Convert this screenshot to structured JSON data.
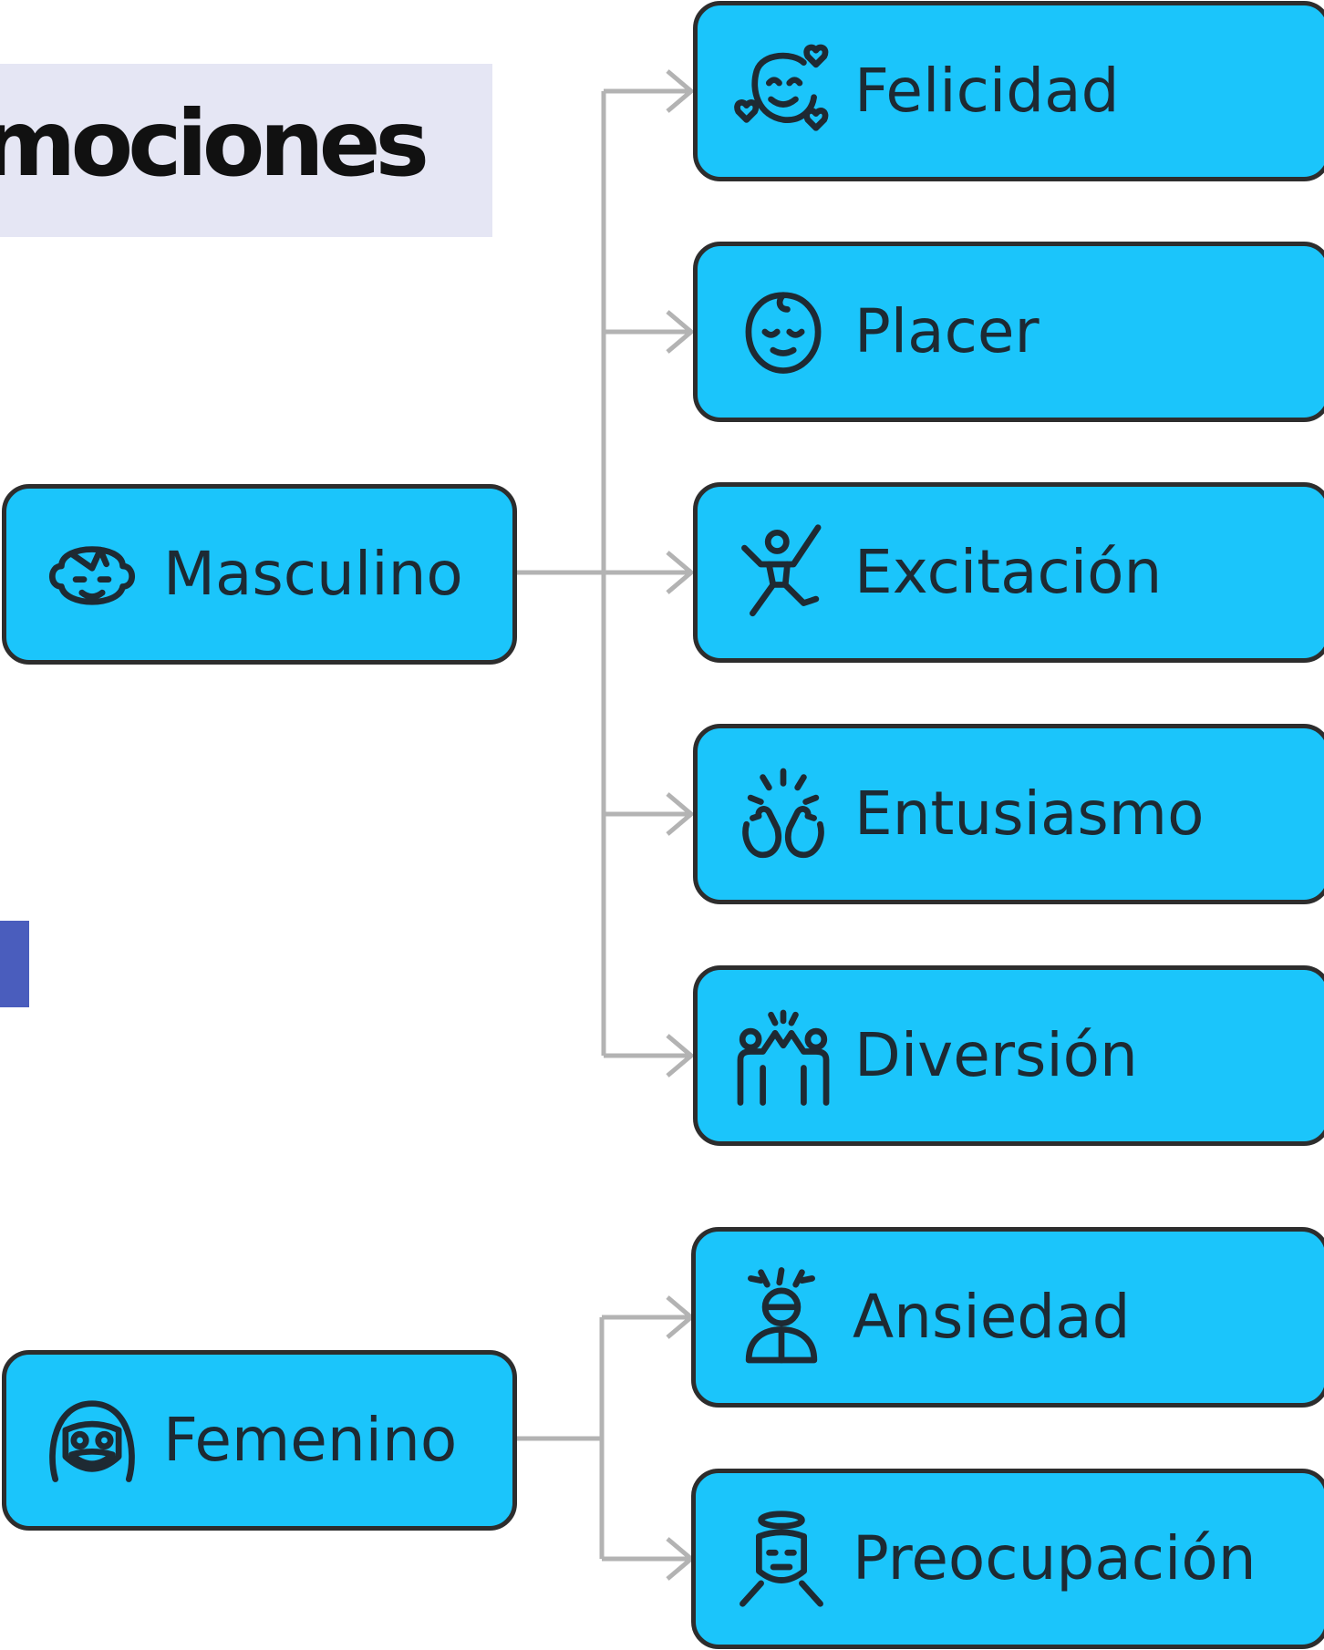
{
  "title": "emociones",
  "categories": [
    {
      "label": "Masculino",
      "icon": "boy-face-icon"
    },
    {
      "label": "Femenino",
      "icon": "girl-face-icon"
    }
  ],
  "emotions": [
    {
      "label": "Felicidad",
      "icon": "face-with-hearts-icon",
      "category": "Masculino"
    },
    {
      "label": "Placer",
      "icon": "baby-face-icon",
      "category": "Masculino"
    },
    {
      "label": "Excitación",
      "icon": "jumping-person-icon",
      "category": "Masculino"
    },
    {
      "label": "Entusiasmo",
      "icon": "clapping-hands-icon",
      "category": "Masculino"
    },
    {
      "label": "Diversión",
      "icon": "high-five-icon",
      "category": "Masculino"
    },
    {
      "label": "Ansiedad",
      "icon": "anxious-person-icon",
      "category": "Femenino"
    },
    {
      "label": "Preocupación",
      "icon": "worried-person-icon",
      "category": "Femenino"
    }
  ],
  "colors": {
    "node_fill": "#1bc5fb",
    "node_border": "#2d2d2d",
    "connector": "#b3b3b3",
    "title_bg": "#e5e6f4",
    "accent_mark": "#4a5dbd"
  }
}
